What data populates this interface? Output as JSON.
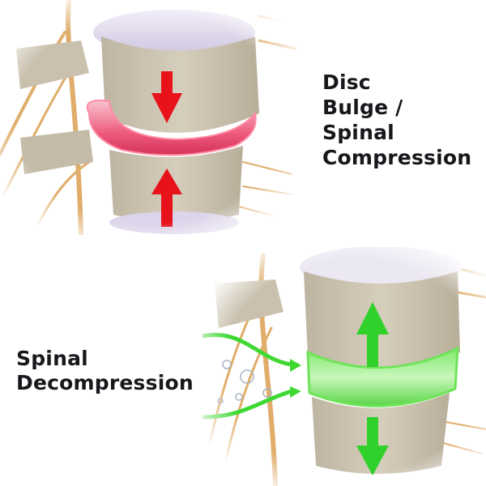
{
  "compression": {
    "title_lines": [
      "Disc",
      "Bulge /",
      "Spinal",
      "Compression"
    ],
    "arrow_color": "#e8121a",
    "disc_color": "#f06a8a",
    "arrows": [
      "down-arrow",
      "up-arrow"
    ]
  },
  "decompression": {
    "title_lines": [
      "Spinal",
      "Decompression"
    ],
    "arrow_color": "#2fd12a",
    "disc_color": "#8ef07a",
    "arrows": [
      "up-arrow",
      "down-arrow"
    ]
  },
  "colors": {
    "bone": "#cfc6b3",
    "bone_dark": "#a79d89",
    "disc_upper": "#dcd4ea",
    "nerve": "#e3b06e",
    "text": "#17171c"
  }
}
